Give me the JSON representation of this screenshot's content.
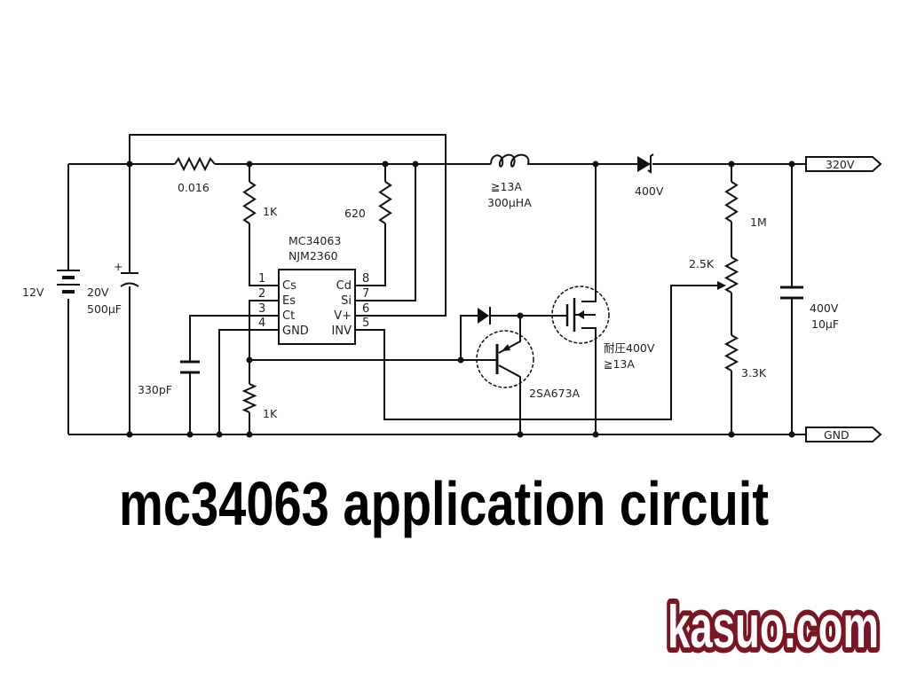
{
  "title": "mc34063 application circuit",
  "brand": "kasuo.com",
  "colors": {
    "brand": "#7a1523",
    "wire": "#111111"
  },
  "chip": {
    "name1": "MC34063",
    "name2": "NJM2360",
    "left_pins": [
      {
        "num": "1",
        "name": "Cs"
      },
      {
        "num": "2",
        "name": "Es"
      },
      {
        "num": "3",
        "name": "Ct"
      },
      {
        "num": "4",
        "name": "GND"
      }
    ],
    "right_pins": [
      {
        "num": "8",
        "name": "Cd"
      },
      {
        "num": "7",
        "name": "Si"
      },
      {
        "num": "6",
        "name": "V+"
      },
      {
        "num": "5",
        "name": "INV"
      }
    ]
  },
  "components": {
    "battery": "12V",
    "input_cap": {
      "v": "20V",
      "c": "500μF"
    },
    "sense_resistor": "0.016",
    "r_pin1": "1K",
    "r_620": "620",
    "timing_cap": "330pF",
    "r_base": "1K",
    "inductor": {
      "i": "≧13A",
      "l": "300μHA"
    },
    "diode": "400V",
    "mosfet": {
      "v": "耐圧400V",
      "i": "≧13A"
    },
    "transistor": "2SA673A",
    "r_1m": "1M",
    "pot": "2.5K",
    "r_33k": "3.3K",
    "output_cap": {
      "v": "400V",
      "c": "10μF"
    }
  },
  "ports": {
    "out": "320V",
    "gnd": "GND"
  }
}
